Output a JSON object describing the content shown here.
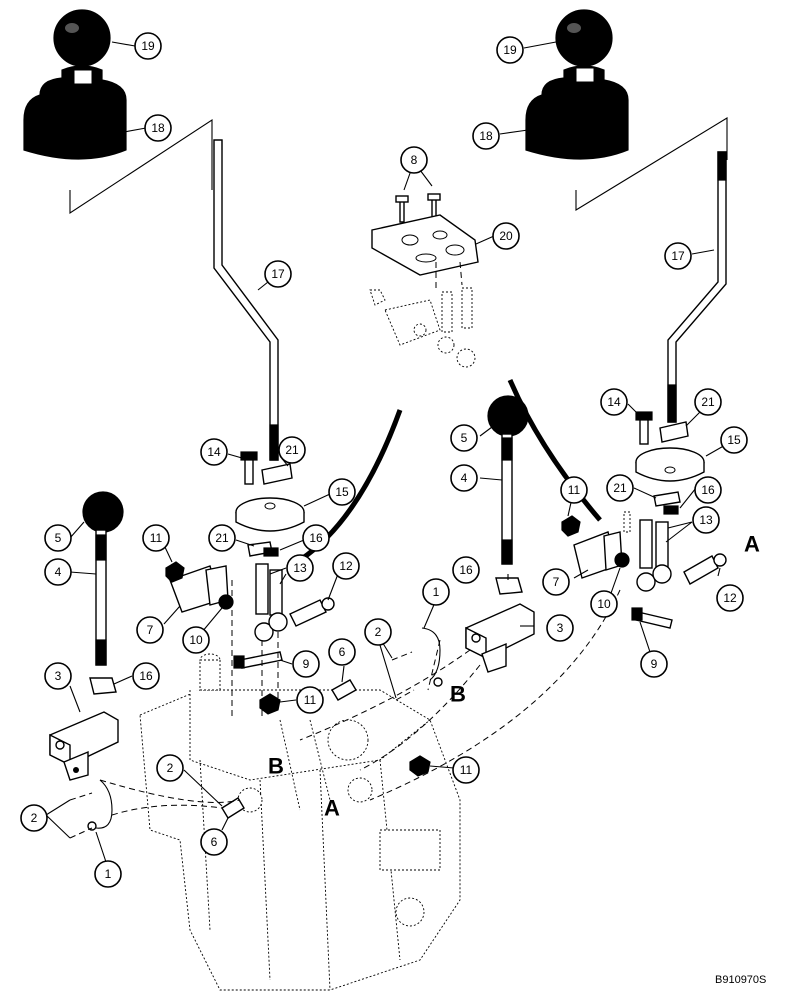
{
  "document": {
    "code": "B910970S"
  },
  "callouts": {
    "c19a": "19",
    "c18a": "18",
    "c17a": "17",
    "c14a": "14",
    "c21a": "21",
    "c15a": "15",
    "c21b": "21",
    "c16a": "16",
    "c13a": "13",
    "c12a": "12",
    "c11a": "11",
    "c7a": "7",
    "c10a": "10",
    "c5a": "5",
    "c4a": "4",
    "c3a": "3",
    "c16b": "16",
    "c2a": "2",
    "c1a": "1",
    "c9a": "9",
    "c6a": "6",
    "c11b": "11",
    "c2b": "2",
    "c6b": "6",
    "c11c": "11",
    "c8a": "8",
    "c20a": "20",
    "c19b": "19",
    "c18b": "18",
    "c17b": "17",
    "c14b": "14",
    "c21c": "21",
    "c15b": "15",
    "c21d": "21",
    "c16c": "16",
    "c13b": "13",
    "c12b": "12",
    "c11d": "11",
    "c7b": "7",
    "c10b": "10",
    "c9b": "9",
    "c5b": "5",
    "c4b": "4",
    "c16d": "16",
    "c3b": "3",
    "c1b": "1",
    "c2c": "2"
  },
  "letters": {
    "la1": "A",
    "la2": "A",
    "lb1": "B",
    "lb2": "B"
  }
}
